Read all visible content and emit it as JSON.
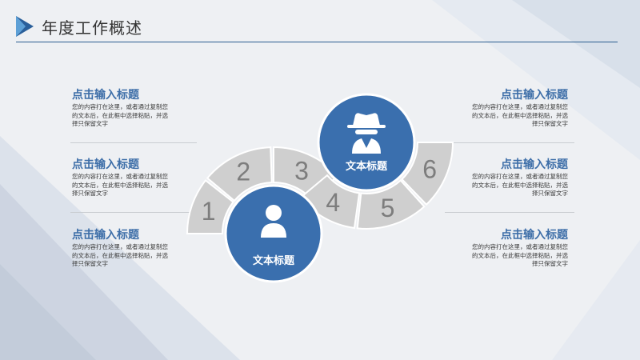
{
  "header": {
    "title": "年度工作概述"
  },
  "left_blocks": [
    {
      "title": "点击输入标题",
      "lines": [
        "您的内容打在这里，或者通过复制您",
        "的文本后，在此框中选择粘贴，并选",
        "择只保留文字"
      ]
    },
    {
      "title": "点击输入标题",
      "lines": [
        "您的内容打在这里，或者通过复制您",
        "的文本后，在此框中选择粘贴，并选",
        "择只保留文字"
      ]
    },
    {
      "title": "点击输入标题",
      "lines": [
        "您的内容打在这里，或者通过复制您",
        "的文本后，在此框中选择粘贴，并选",
        "择只保留文字"
      ]
    }
  ],
  "right_blocks": [
    {
      "title": "点击输入标题",
      "lines": [
        "您的内容打在这里，或者通过复制您",
        "的文本后，在此框中选择粘贴，并选",
        "择只保留文字"
      ]
    },
    {
      "title": "点击输入标题",
      "lines": [
        "您的内容打在这里，或者通过复制您",
        "的文本后，在此框中选择粘贴，并选",
        "择只保留文字"
      ]
    },
    {
      "title": "点击输入标题",
      "lines": [
        "您的内容打在这里，或者通过复制您",
        "的文本后，在此框中选择粘贴，并选",
        "择只保留文字"
      ]
    }
  ],
  "diagram": {
    "segments": [
      "1",
      "2",
      "3",
      "4",
      "5",
      "6"
    ],
    "circle_top_label": "文本标题",
    "circle_bottom_label": "文本标题",
    "circle_top_icon": "spy-person-icon",
    "circle_bottom_icon": "user-icon"
  },
  "colors": {
    "accent": "#3d6ea8",
    "circle": "#3a6fae",
    "segment": "#cfcfcf",
    "header_line": "#2b5c8f"
  }
}
